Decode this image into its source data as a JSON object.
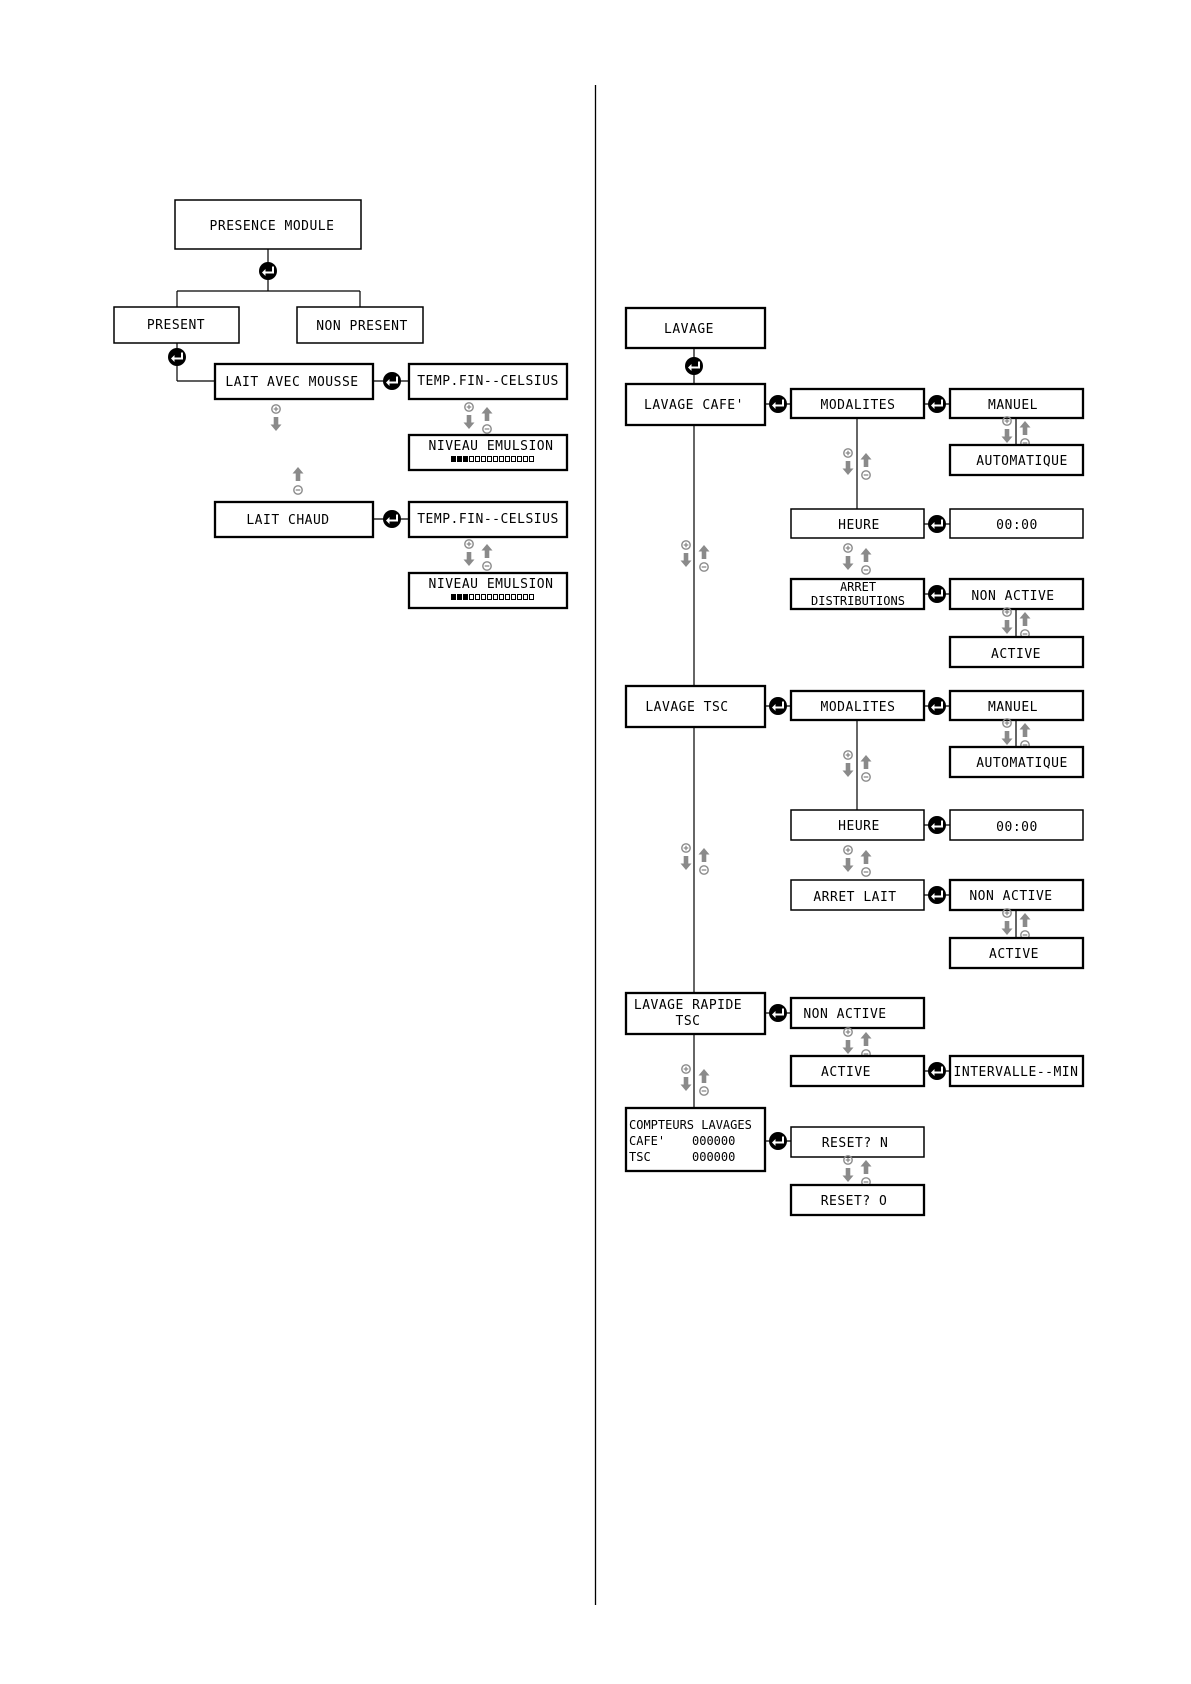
{
  "left": {
    "presence_module": "PRESENCE MODULE",
    "present": "PRESENT",
    "non_present": "NON PRESENT",
    "lait_avec_mousse": "LAIT AVEC MOUSSE",
    "temp_fin_celsius_1": "TEMP.FIN--CELSIUS",
    "niveau_emulsion_1": "NIVEAU EMULSION",
    "lait_chaud": "LAIT CHAUD",
    "temp_fin_celsius_2": "TEMP.FIN--CELSIUS",
    "niveau_emulsion_2": "NIVEAU EMULSION"
  },
  "right": {
    "lavage": "LAVAGE",
    "lavage_cafe": "LAVAGE CAFE'",
    "modalites_1": "MODALITES",
    "manuel_1": "MANUEL",
    "automatique_1": "AUTOMATIQUE",
    "heure_1": "HEURE",
    "time_1": "00:00",
    "arret_distributions_l1": "ARRET",
    "arret_distributions_l2": "DISTRIBUTIONS",
    "non_active_1": "NON ACTIVE",
    "active_1": "ACTIVE",
    "lavage_tsc": "LAVAGE TSC",
    "modalites_2": "MODALITES",
    "manuel_2": "MANUEL",
    "automatique_2": "AUTOMATIQUE",
    "heure_2": "HEURE",
    "time_2": "00:00",
    "arret_lait": "ARRET LAIT",
    "non_active_2": "NON ACTIVE",
    "active_2": "ACTIVE",
    "lavage_rapide_l1": "LAVAGE RAPIDE",
    "lavage_rapide_l2": "TSC",
    "non_active_3": "NON ACTIVE",
    "active_3": "ACTIVE",
    "intervalle_min": "INTERVALLE--MIN",
    "compteurs_l1": "COMPTEURS LAVAGES",
    "compteurs_l2_label": "CAFE'",
    "compteurs_l2_value": "000000",
    "compteurs_l3_label": "TSC",
    "compteurs_l3_value": "000000",
    "reset_n": "RESET? N",
    "reset_o": "RESET? O"
  },
  "icons": {
    "enter": "enter-key-icon",
    "plus": "plus-circle-icon",
    "minus": "minus-circle-icon",
    "arrow_down": "arrow-down-icon",
    "arrow_up": "arrow-up-icon"
  },
  "colors": {
    "line": "#000000",
    "nav_arrow": "#8a8a8a"
  }
}
